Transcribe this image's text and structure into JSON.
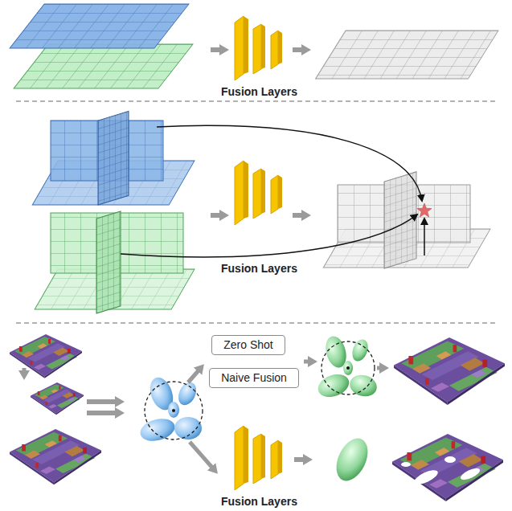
{
  "diagram": {
    "nodes": [
      {
        "text": [
          "Zero Shot"
        ]
      },
      {
        "text": [
          "Naive Fusion"
        ]
      }
    ],
    "labels": [
      "Fusion Layers",
      "Fusion Layers",
      "Fusion Layers"
    ]
  }
}
